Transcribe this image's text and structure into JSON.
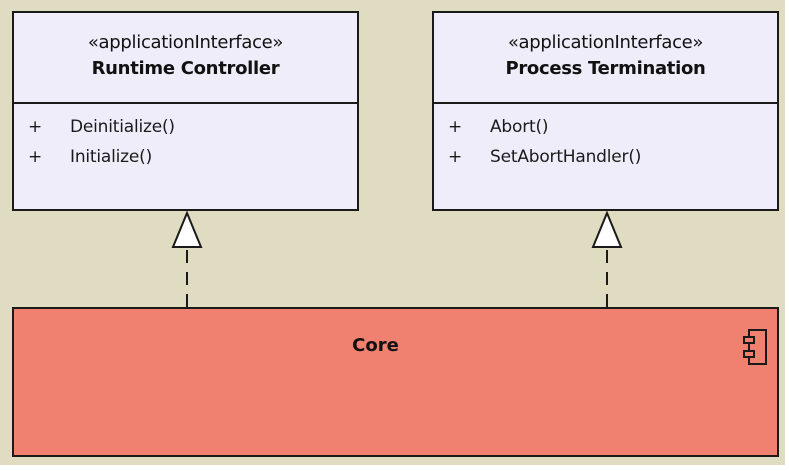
{
  "colors": {
    "background": "#e0dcc2",
    "interface_fill": "#efedfa",
    "component_fill": "#f08070",
    "line": "#1a1a1a"
  },
  "interfaces": [
    {
      "stereotype": "«applicationInterface»",
      "name": "Runtime Controller",
      "operations": [
        {
          "visibility": "+",
          "name": "Deinitialize()"
        },
        {
          "visibility": "+",
          "name": "Initialize()"
        }
      ]
    },
    {
      "stereotype": "«applicationInterface»",
      "name": "Process Termination",
      "operations": [
        {
          "visibility": "+",
          "name": "Abort()"
        },
        {
          "visibility": "+",
          "name": "SetAbortHandler()"
        }
      ]
    }
  ],
  "component": {
    "name": "Core",
    "icon": "uml-component-icon"
  },
  "relationships": [
    {
      "type": "realization",
      "from": "Core",
      "to": "Runtime Controller"
    },
    {
      "type": "realization",
      "from": "Core",
      "to": "Process Termination"
    }
  ]
}
